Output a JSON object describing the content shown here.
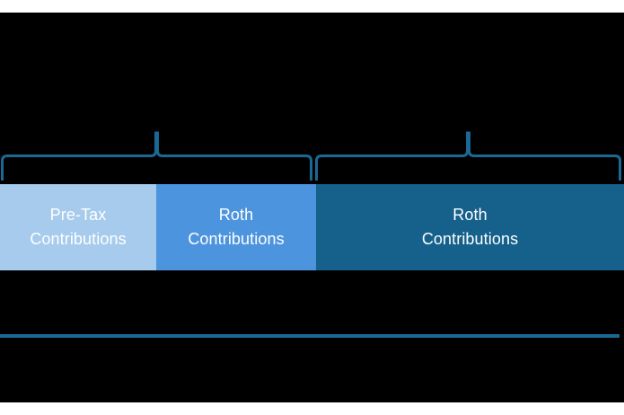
{
  "diagram": {
    "title_visible": false,
    "background_color": "#000000",
    "accent_color": "#1A6894",
    "brackets": [
      {
        "name": "left-bracket",
        "icon": "curly-bracket-icon",
        "label": "",
        "spans_segments": [
          "Pre-Tax Contributions",
          "Roth Contributions"
        ]
      },
      {
        "name": "right-bracket",
        "icon": "curly-bracket-icon",
        "label": "",
        "spans_segments": [
          "Roth Contributions"
        ]
      }
    ],
    "segments": [
      {
        "id": "pretax",
        "line1": "Pre-Tax",
        "line2": "Contributions",
        "color": "#A6CBEC",
        "text_color": "#FFFFFF"
      },
      {
        "id": "roth",
        "line1": "Roth",
        "line2": "Contributions",
        "color": "#4D94DE",
        "text_color": "#FFFFFF"
      },
      {
        "id": "roth-dark",
        "line1": "Roth",
        "line2": "Contributions",
        "color": "#16608C",
        "text_color": "#FFFFFF"
      }
    ],
    "divider": {
      "name": "horizontal-rule",
      "color": "#1A6894"
    }
  }
}
